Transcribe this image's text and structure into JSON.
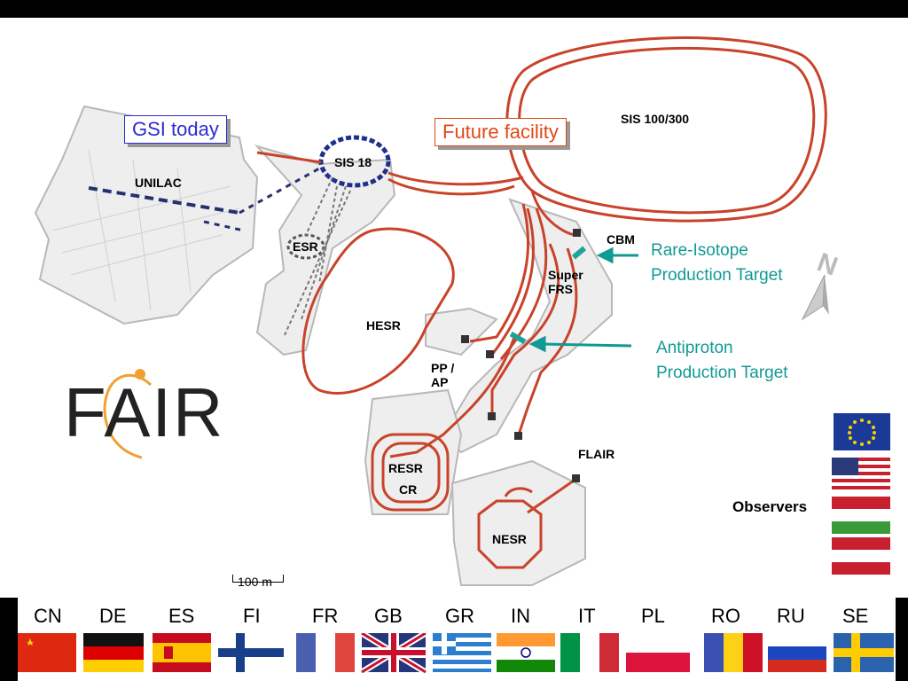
{
  "headings": {
    "gsi_today": "GSI today",
    "future_facility": "Future facility"
  },
  "facilities": {
    "sis100_300": "SIS 100/300",
    "sis18": "SIS 18",
    "unilac": "UNILAC",
    "esr": "ESR",
    "hesr": "HESR",
    "cbm": "CBM",
    "super_frs": "Super\nFRS",
    "pp_ap": "PP /\nAP",
    "flair": "FLAIR",
    "resr": "RESR",
    "cr": "CR",
    "nesr": "NESR"
  },
  "targets": {
    "rare_isotope": "Rare-Isotope\nProduction Target",
    "antiproton": "Antiproton\nProduction Target"
  },
  "logo": "FAIR",
  "compass": "N",
  "observers_label": "Observers",
  "observer_flags": [
    "EU",
    "US",
    "HU",
    "AT"
  ],
  "scale_bar": "100 m",
  "members": [
    "CN",
    "DE",
    "ES",
    "FI",
    "FR",
    "GB",
    "GR",
    "IN",
    "IT",
    "PL",
    "RO",
    "RU",
    "SE"
  ],
  "colors": {
    "beamline": "#c8432a",
    "gsi_blue": "#2b2bd0",
    "future_red": "#e04818",
    "target_teal": "#119a94"
  }
}
